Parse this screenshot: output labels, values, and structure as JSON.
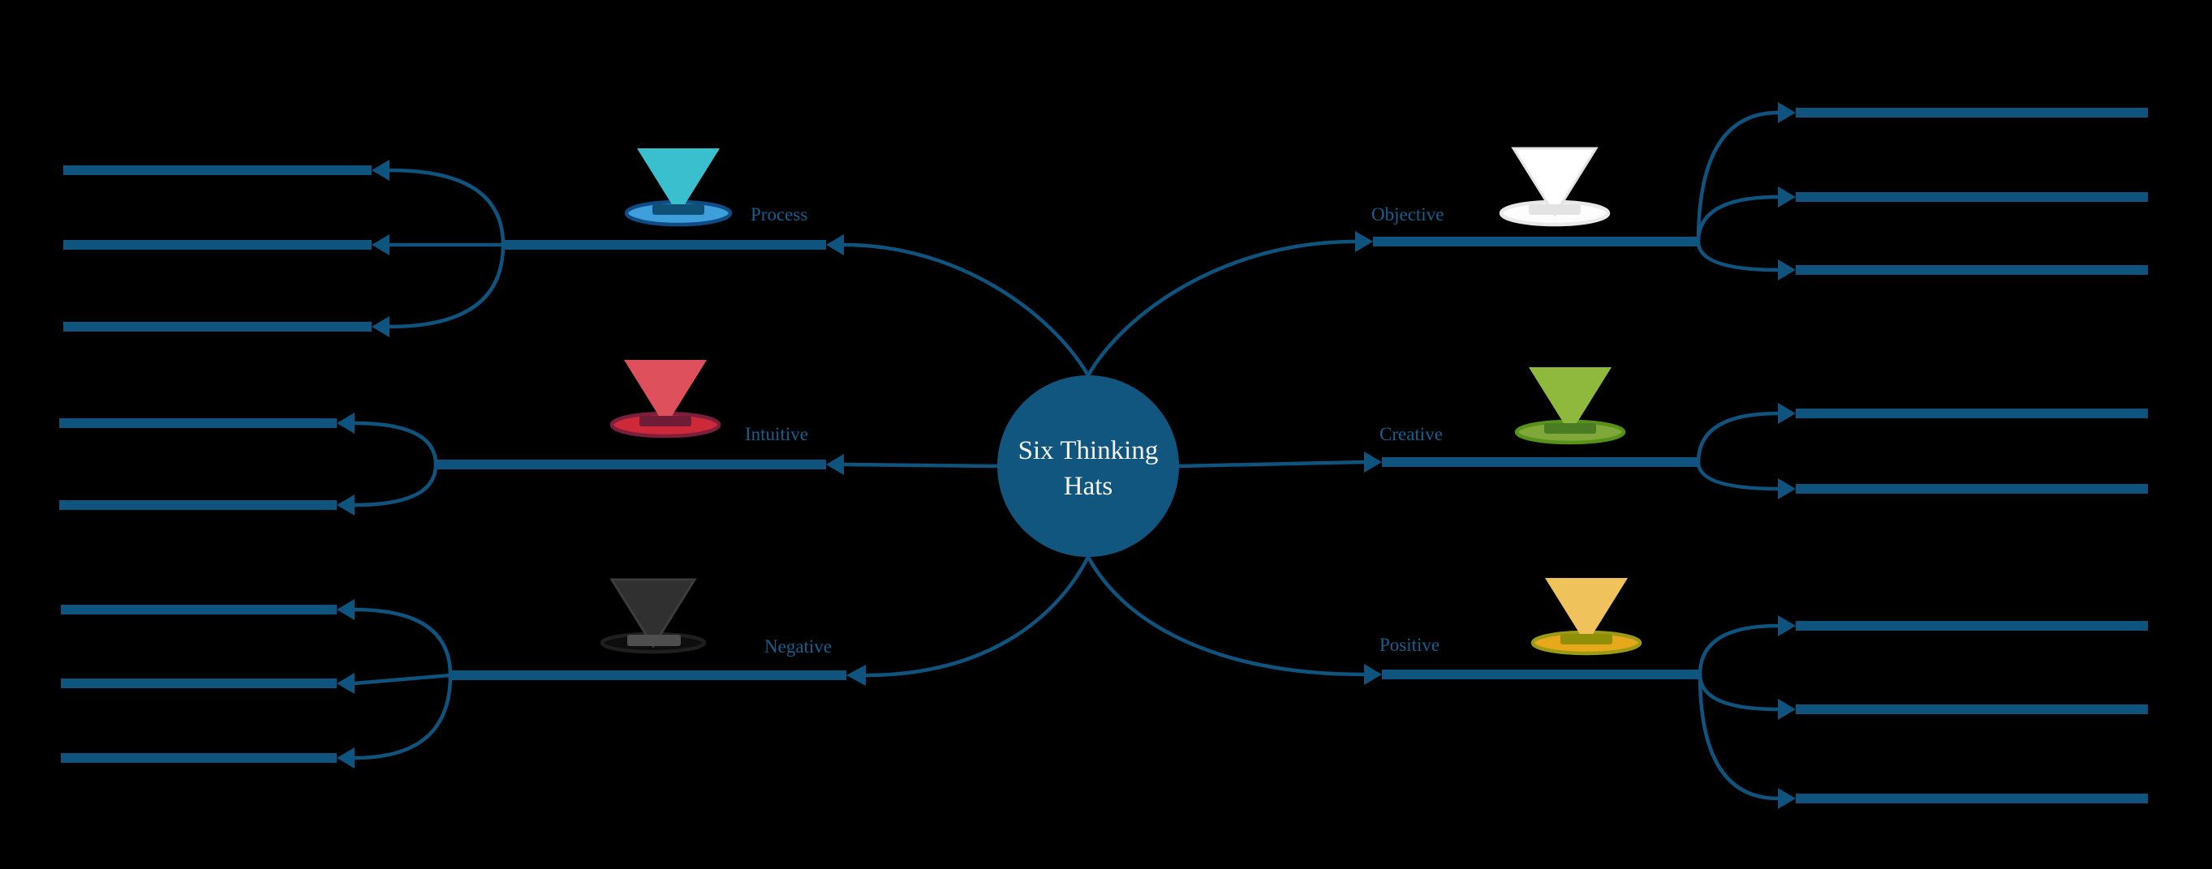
{
  "app": {
    "type": "mind-map-diagram",
    "background": "#000000"
  },
  "colors": {
    "line": "#0E547E",
    "label_text": "#14608E",
    "center_fill": "#11567F",
    "center_text": "#F5F3EE"
  },
  "center": {
    "line1": "Six Thinking",
    "line2": "Hats"
  },
  "branches": [
    {
      "label": "Process",
      "side": "left",
      "subtopic_count": 3,
      "hat": {
        "triangle": "#39BFCD",
        "ellipse_fill": "#3F9FDB",
        "ellipse_stroke": "#0F4C86",
        "band": "#0F5076"
      }
    },
    {
      "label": "Intuitive",
      "side": "left",
      "subtopic_count": 2,
      "hat": {
        "triangle": "#DF505D",
        "ellipse_fill": "#CE2938",
        "ellipse_stroke": "#7C1E3D",
        "band": "#6F1C37"
      }
    },
    {
      "label": "Negative",
      "side": "left",
      "subtopic_count": 3,
      "hat": {
        "triangle": "#303030",
        "ellipse_fill": "#0D0D0D",
        "ellipse_stroke": "#1F1F1F",
        "band": "#4E4E4E"
      }
    },
    {
      "label": "Objective",
      "side": "right",
      "subtopic_count": 3,
      "hat": {
        "triangle": "#FFFFFF",
        "ellipse_fill": "#FDFDFD",
        "ellipse_stroke": "#E9E9E9",
        "band": "#E3E3E3"
      }
    },
    {
      "label": "Creative",
      "side": "right",
      "subtopic_count": 2,
      "hat": {
        "triangle": "#8EB93D",
        "ellipse_fill": "#7FA73A",
        "ellipse_stroke": "#569118",
        "band": "#4A7D23"
      }
    },
    {
      "label": "Positive",
      "side": "right",
      "subtopic_count": 3,
      "hat": {
        "triangle": "#F0C25C",
        "ellipse_fill": "#E8A81C",
        "ellipse_stroke": "#9C9B16",
        "band": "#8F9008"
      }
    }
  ]
}
